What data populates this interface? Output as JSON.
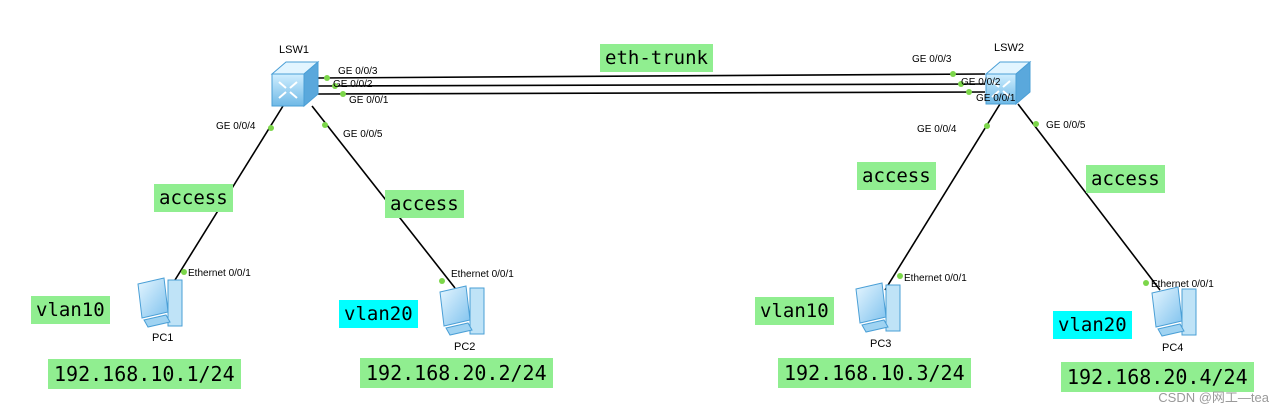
{
  "colors": {
    "green_highlight": "#90ee90",
    "cyan_highlight": "#00ffff",
    "link_dot": "#7cd64a",
    "switch_fill": "#8ccff0"
  },
  "links": {
    "trunk_label": "eth-trunk"
  },
  "switches": [
    {
      "name": "LSW1",
      "ports": [
        "GE 0/0/3",
        "GE 0/0/2",
        "GE 0/0/1",
        "GE 0/0/4",
        "GE 0/0/5"
      ]
    },
    {
      "name": "LSW2",
      "ports": [
        "GE 0/0/3",
        "GE 0/0/2",
        "GE 0/0/1",
        "GE 0/0/4",
        "GE 0/0/5"
      ]
    }
  ],
  "pcs": [
    {
      "name": "PC1",
      "port": "Ethernet 0/0/1",
      "mode": "access",
      "vlan": "vlan10",
      "ip": "192.168.10.1/24"
    },
    {
      "name": "PC2",
      "port": "Ethernet 0/0/1",
      "mode": "access",
      "vlan": "vlan20",
      "ip": "192.168.20.2/24"
    },
    {
      "name": "PC3",
      "port": "Ethernet 0/0/1",
      "mode": "access",
      "vlan": "vlan10",
      "ip": "192.168.10.3/24"
    },
    {
      "name": "PC4",
      "port": "Ethernet 0/0/1",
      "mode": "access",
      "vlan": "vlan20",
      "ip": "192.168.20.4/24"
    }
  ],
  "watermark": "CSDN @网工—tea"
}
